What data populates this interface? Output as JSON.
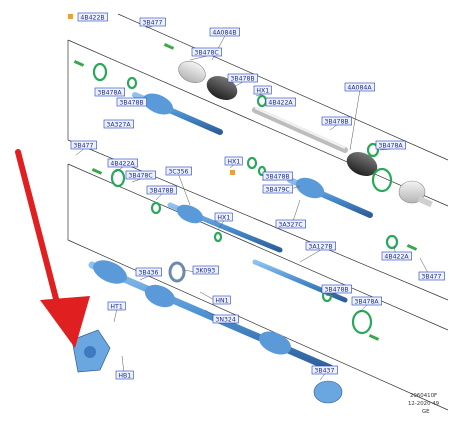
{
  "diagram": {
    "part_labels": {
      "l_4b422b": "4B422B",
      "l_3b477_top": "3B477",
      "l_4a084b": "4A084B",
      "l_3b478c_top": "3B478C",
      "l_3b478b_top": "3B478B",
      "l_hx1_top": "HX1",
      "l_4b422a_top": "4B422A",
      "l_4a084a": "4A084A",
      "l_3b478a_left": "3B478A",
      "l_3b478b_left": "3B478B",
      "l_3a327a": "3A327A",
      "l_3b478b_mid": "3B478B",
      "l_3b478a_right": "3B478A",
      "l_3b477_left": "3B477",
      "l_4b422a_left": "4B422A",
      "l_3b478c_left": "3B478C",
      "l_3c356": "3C356",
      "l_3b478b_left2": "3B478B",
      "l_hx1_mid": "HX1",
      "l_3b478b_c": "3B478B",
      "l_3b479c": "3B479C",
      "l_hx1_low": "HX1",
      "l_3a327c": "3A327C",
      "l_3a127b": "3A127B",
      "l_3b436": "3B436",
      "l_3k093": "3K093",
      "l_ht1": "HT1",
      "l_hn1": "HN1",
      "l_3n324": "3N324",
      "l_3b478b_low": "3B478B",
      "l_3b478a_low": "3B478A",
      "l_4b422a_right": "4B422A",
      "l_3b477_right": "3B477",
      "l_hb1": "HB1",
      "l_3b437": "3B437"
    },
    "footer": {
      "code": "2060410F",
      "date": "12-2020 49",
      "region": "GE"
    },
    "colors": {
      "label_text": "#1a2a8a",
      "label_box": "#1f3fbf",
      "label_fill": "#eef2ff",
      "shaft": "#4a8fd0",
      "shaft_dark": "#2e5f9a",
      "ring": "#2aa85a",
      "arrow": "#e02020",
      "green_tag": "#3aa84a",
      "orange": "#f0a030"
    }
  }
}
